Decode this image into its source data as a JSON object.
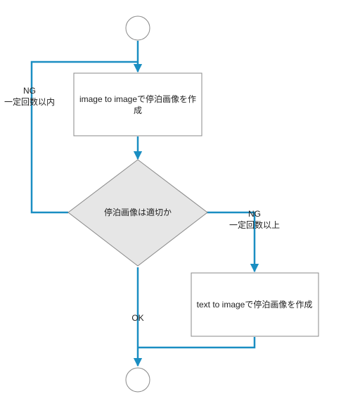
{
  "colors": {
    "connector": "#1a8ec2",
    "box_stroke": "#888888",
    "diamond_fill": "#e6e6e6",
    "text": "#222222"
  },
  "nodes": {
    "start": "",
    "process1": {
      "line1": "image to imageで停泊画像を作",
      "line2": "成"
    },
    "decision": "停泊画像は適切か",
    "process2": "text to imageで停泊画像を作成",
    "end": ""
  },
  "edges": {
    "loop_back": {
      "line1": "NG",
      "line2": "一定回数以内"
    },
    "ng_branch": {
      "line1": "NG",
      "line2": "一定回数以上"
    },
    "ok_branch": "OK"
  }
}
